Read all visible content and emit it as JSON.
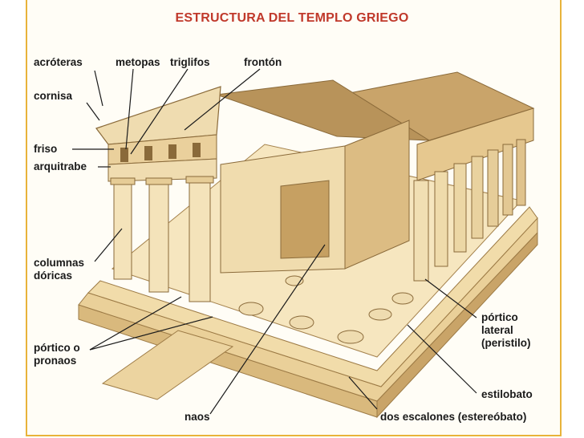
{
  "title": "ESTRUCTURA  DEL  TEMPLO GRIEGO",
  "labels": {
    "acroteras": "acróteras",
    "metopas": "metopas",
    "triglifos": "triglifos",
    "fronton": "frontón",
    "cornisa": "cornisa",
    "friso": "friso",
    "arquitrabe": "arquitrabe",
    "columnas_1": "columnas",
    "columnas_2": "dóricas",
    "portico_o_1": "pórtico o",
    "portico_o_2": "pronaos",
    "portico_lateral_1": "pórtico",
    "portico_lateral_2": "lateral",
    "portico_lateral_3": "(peristilo)",
    "estilobato": "estilobato",
    "naos": "naos",
    "dos_escalones": "dos escalones (estereóbato)"
  },
  "colors": {
    "title": "#c0392b",
    "frame": "#e8b33a",
    "stone_light": "#f3dfb0",
    "stone_mid": "#e3c58c",
    "stone_dark": "#b8935a",
    "roof": "#c9a46a",
    "leader": "#1a1a1a"
  }
}
